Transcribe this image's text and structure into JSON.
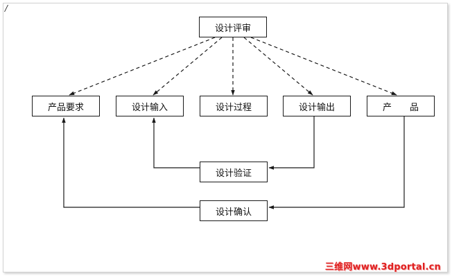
{
  "corner_mark": "/",
  "nodes": {
    "review": "设计评审",
    "requirements": "产品要求",
    "input": "设计输入",
    "process": "设计过程",
    "output": "设计输出",
    "product": "产　　品",
    "verification": "设计验证",
    "validation": "设计确认"
  },
  "watermark": "三维网www.3dportal.cn",
  "colors": {
    "line": "#1a1a1a",
    "watermark": "#e02020"
  }
}
